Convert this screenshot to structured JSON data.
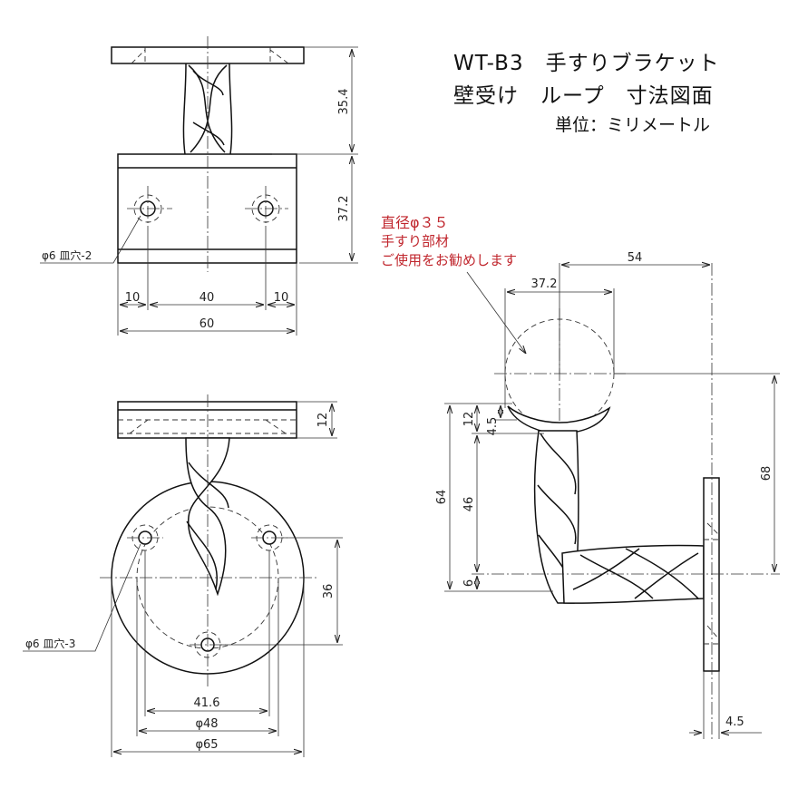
{
  "title": {
    "line1": "WT-B3　手すりブラケット",
    "line2": "壁受け　ループ　寸法図面",
    "unit": "単位：ミリメートル"
  },
  "note": {
    "line1": "直径φ３５",
    "line2": "手すり部材",
    "line3": "ご使用をお勧めします"
  },
  "callouts": {
    "hole_top": "φ6 皿穴-2",
    "hole_bottom": "φ6 皿穴-3"
  },
  "dimensions": {
    "top_height_upper": "35.4",
    "top_height_block": "37.2",
    "top_w_left": "10",
    "top_w_mid": "40",
    "top_w_right": "10",
    "top_w_total": "60",
    "front_plate_thk": "12",
    "front_hole_v": "36",
    "front_hole_span": "41.6",
    "front_pcd": "φ48",
    "front_dia": "φ65",
    "side_width_54": "54",
    "side_width_372": "37.2",
    "side_total_64": "64",
    "side_46": "46",
    "side_12": "12",
    "side_45": "4.5",
    "side_6": "6",
    "side_68": "68",
    "side_plate_45": "4.5"
  },
  "colors": {
    "line": "#111111",
    "note": "#c0262d"
  }
}
